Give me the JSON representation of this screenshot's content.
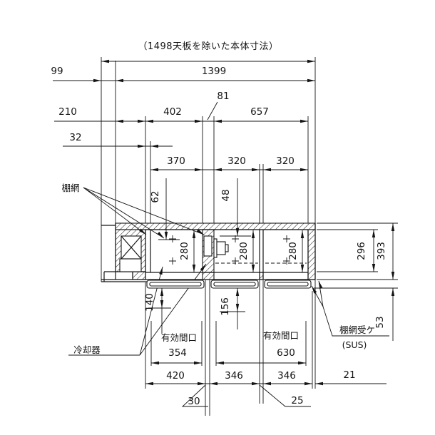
{
  "title": "（1498天板を除いた本体寸法）",
  "annotations": {
    "shelf_net": "棚網",
    "cooler": "冷却器",
    "shelf_support": "棚網受ケ",
    "shelf_support_note": "(SUS)",
    "effective_opening": "有効間口"
  },
  "dimensions": {
    "body_width": "1399",
    "overhang_left": "99",
    "machine_section": "210",
    "lip": "32",
    "comp1_pitch": "402",
    "partition": "81",
    "double_section": "657",
    "shelf1_width": "370",
    "shelf2_width": "320",
    "shelf3_width": "320",
    "shelf1_drop": "62",
    "shelf2_drop": "48",
    "comp_height_1": "280",
    "comp_height_2": "280",
    "comp_height_3": "280",
    "interior_depth": "296",
    "overall_depth": "393",
    "door_thickness": "53",
    "depth_1": "140",
    "depth_2": "156",
    "opening1": "354",
    "opening2": "630",
    "door1_pitch": "420",
    "door2_pitch": "346",
    "door3_pitch": "346",
    "gap1": "30",
    "gap2": "25",
    "end_gap": "21"
  }
}
